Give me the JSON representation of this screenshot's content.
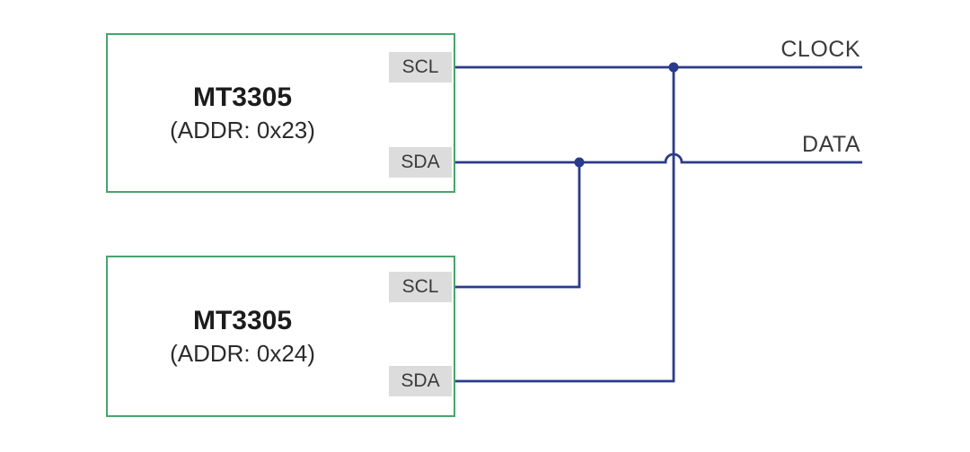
{
  "diagram": {
    "chips": [
      {
        "title": "MT3305",
        "subtitle": "(ADDR: 0x23)",
        "pins": [
          {
            "label": "SCL"
          },
          {
            "label": "SDA"
          }
        ]
      },
      {
        "title": "MT3305",
        "subtitle": "(ADDR: 0x24)",
        "pins": [
          {
            "label": "SCL"
          },
          {
            "label": "SDA"
          }
        ]
      }
    ],
    "bus_labels": {
      "clock": "CLOCK",
      "data": "DATA"
    }
  },
  "colors": {
    "wire": "#2a3a8c",
    "chip-border": "#4aa36e",
    "pin-bg": "#dcdcdc",
    "pin-text": "#3a3a3a",
    "title-text": "#1c1c1c",
    "subtitle-text": "#2b2b2b",
    "bus-label-text": "#3a3a3a",
    "background": "#ffffff"
  }
}
